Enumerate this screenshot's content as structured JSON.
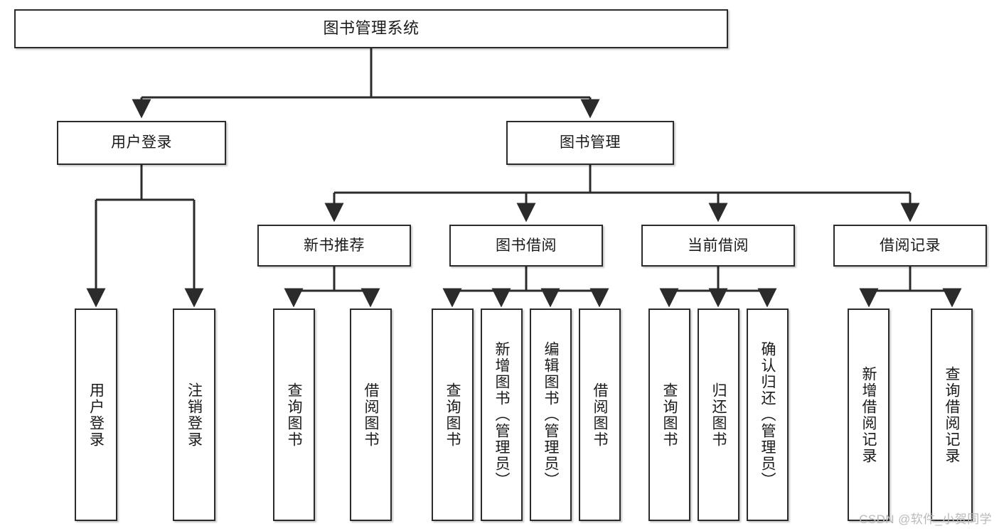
{
  "diagram": {
    "type": "tree-hierarchy-diagram",
    "title": "图书管理系统",
    "orientation": "top-down",
    "colors": {
      "node_border": "#2b2b2b",
      "node_fill": "#ffffff",
      "edge": "#2b2b2b",
      "text": "#1a1a1a",
      "watermark": "#b9b9b9",
      "background": "#ffffff"
    },
    "nodes": {
      "root": {
        "label": "图书管理系统"
      },
      "level2": [
        {
          "id": "user-login",
          "label": "用户登录"
        },
        {
          "id": "book-manage",
          "label": "图书管理"
        }
      ],
      "level3": [
        {
          "id": "new-book-recommend",
          "label": "新书推荐"
        },
        {
          "id": "book-borrow",
          "label": "图书借阅"
        },
        {
          "id": "current-borrow",
          "label": "当前借阅"
        },
        {
          "id": "borrow-record",
          "label": "借阅记录"
        }
      ],
      "leaves": [
        {
          "id": "leaf-user-login",
          "label": "用户登录",
          "parent": "user-login"
        },
        {
          "id": "leaf-logout-login",
          "label": "注销登录",
          "parent": "user-login"
        },
        {
          "id": "leaf-query-book-1",
          "label": "查询图书",
          "parent": "new-book-recommend"
        },
        {
          "id": "leaf-borrow-book-1",
          "label": "借阅图书",
          "parent": "new-book-recommend"
        },
        {
          "id": "leaf-query-book-2",
          "label": "查询图书",
          "parent": "book-borrow"
        },
        {
          "id": "leaf-add-book",
          "label": "新增图书（管理员）",
          "parent": "book-borrow"
        },
        {
          "id": "leaf-edit-book",
          "label": "编辑图书（管理员）",
          "parent": "book-borrow"
        },
        {
          "id": "leaf-borrow-book-2",
          "label": "借阅图书",
          "parent": "book-borrow"
        },
        {
          "id": "leaf-query-book-3",
          "label": "查询图书",
          "parent": "current-borrow"
        },
        {
          "id": "leaf-return-book",
          "label": "归还图书",
          "parent": "current-borrow"
        },
        {
          "id": "leaf-confirm-return",
          "label": "确认归还（管理员）",
          "parent": "current-borrow"
        },
        {
          "id": "leaf-add-record",
          "label": "新增借阅记录",
          "parent": "borrow-record"
        },
        {
          "id": "leaf-query-record",
          "label": "查询借阅记录",
          "parent": "borrow-record"
        }
      ]
    },
    "watermark": "CSDN @软件_小贺同学"
  }
}
